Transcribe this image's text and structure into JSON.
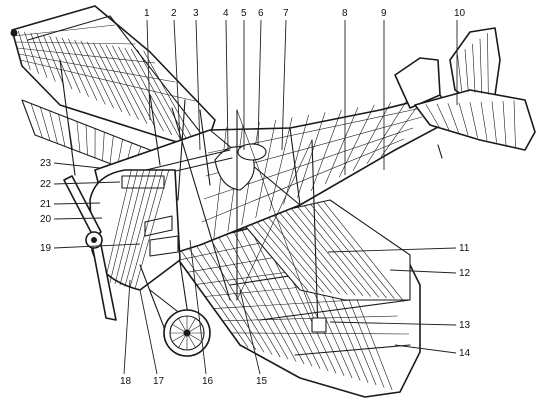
{
  "figure": {
    "callouts": [
      {
        "id": "1",
        "text": "1"
      },
      {
        "id": "2",
        "text": "2"
      },
      {
        "id": "3",
        "text": "3"
      },
      {
        "id": "4",
        "text": "4"
      },
      {
        "id": "5",
        "text": "5"
      },
      {
        "id": "6",
        "text": "6"
      },
      {
        "id": "7",
        "text": "7"
      },
      {
        "id": "8",
        "text": "8"
      },
      {
        "id": "9",
        "text": "9"
      },
      {
        "id": "10",
        "text": "10"
      },
      {
        "id": "11",
        "text": "11"
      },
      {
        "id": "12",
        "text": "12"
      },
      {
        "id": "13",
        "text": "13"
      },
      {
        "id": "14",
        "text": "14"
      },
      {
        "id": "15",
        "text": "15"
      },
      {
        "id": "16",
        "text": "16"
      },
      {
        "id": "17",
        "text": "17"
      },
      {
        "id": "18",
        "text": "18"
      },
      {
        "id": "19",
        "text": "19"
      },
      {
        "id": "20",
        "text": "20"
      },
      {
        "id": "21",
        "text": "21"
      },
      {
        "id": "22",
        "text": "22"
      },
      {
        "id": "23",
        "text": "23"
      }
    ],
    "colors": {
      "ink": "#1a1a1a",
      "paper": "#ffffff"
    }
  }
}
